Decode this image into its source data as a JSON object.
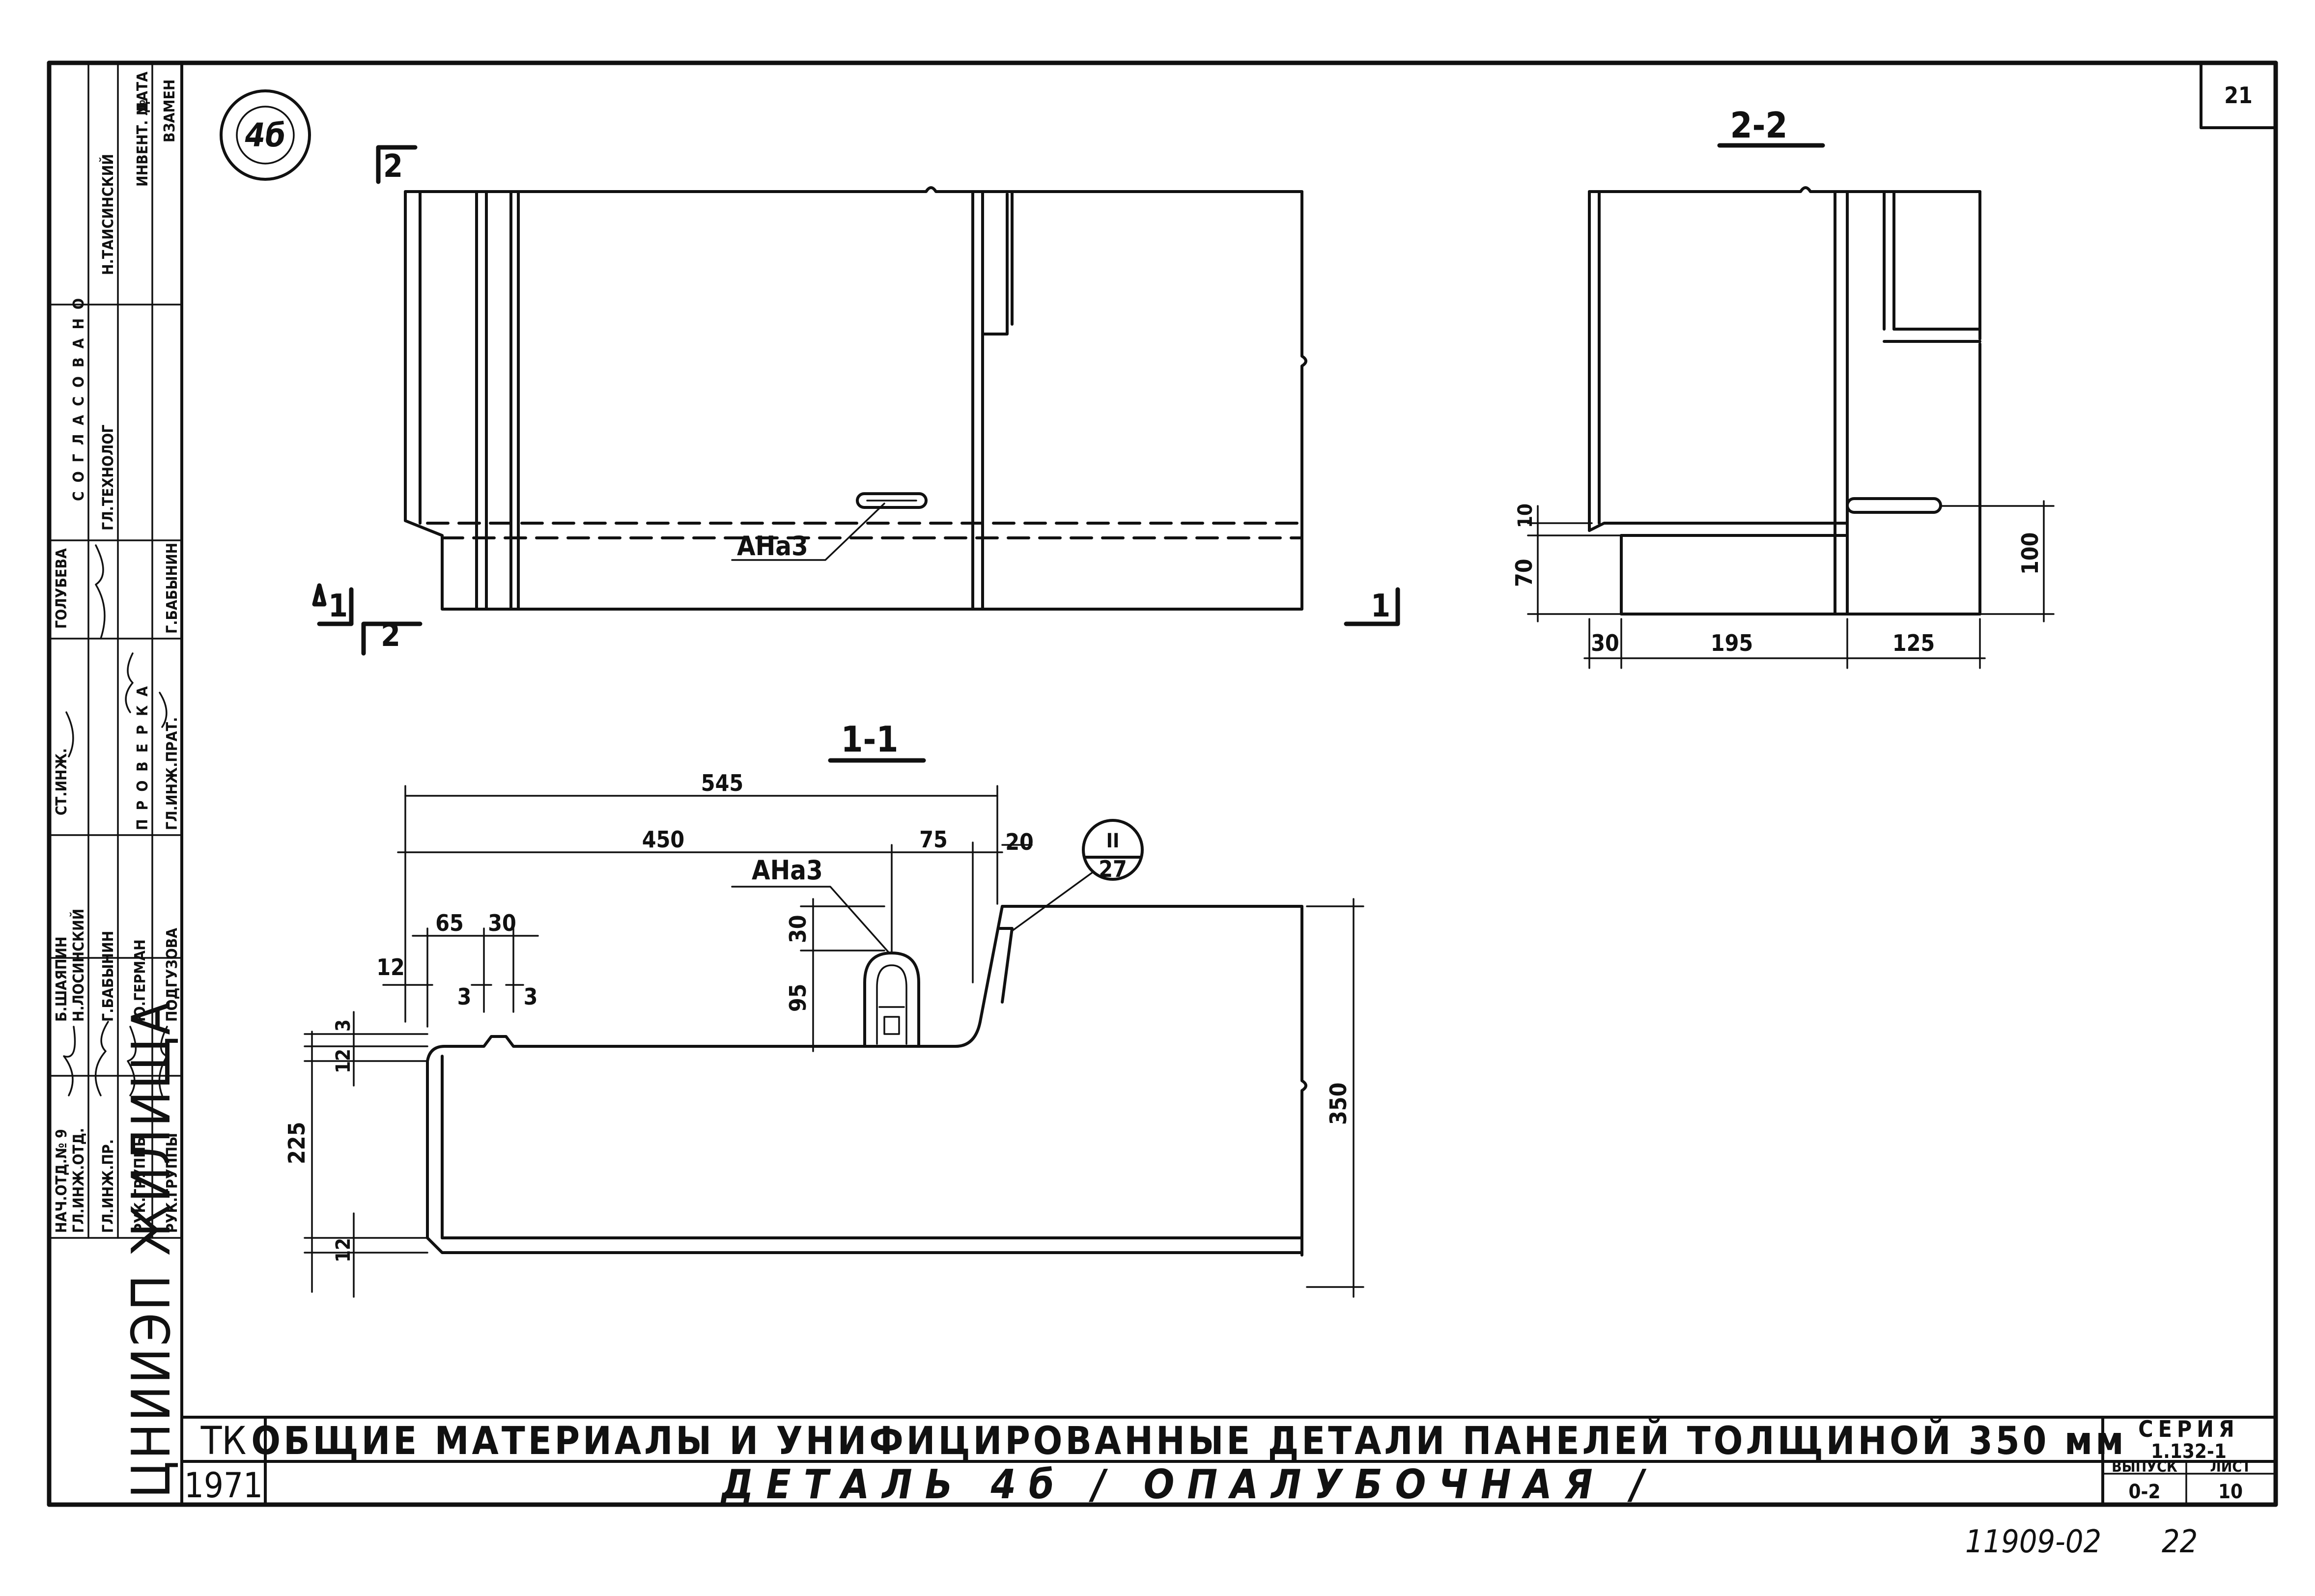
{
  "sheet": {
    "page_number": "21",
    "stamp_number": "11909-02",
    "stamp_suffix": "22"
  },
  "detail": {
    "circle_label": "4б"
  },
  "sections": {
    "section_2_2": "2-2",
    "section_1_1": "1-1",
    "mark_1": "1",
    "mark_2": "2"
  },
  "callouts": {
    "anchor_top": "АНа3",
    "anchor_section": "АНа3",
    "detail_ref_top": "II",
    "detail_ref_bottom": "27"
  },
  "dimensions": {
    "view_2_2": [
      "10",
      "70",
      "30",
      "195",
      "125",
      "100"
    ],
    "view_1_1": [
      "545",
      "450",
      "75",
      "20",
      "65",
      "30",
      "12",
      "3",
      "3",
      "3",
      "12",
      "30",
      "95",
      "225",
      "12",
      "350"
    ]
  },
  "left_strip": {
    "org_name": "ЦНИИЭП ЖИЛИЩА",
    "soglasovano": "СОГЛАСОВАНО",
    "inv": "ИНВЕНТ. №",
    "date": "ДАТА",
    "vzamen": "ВЗАМЕН",
    "proverka": "ПРОВЕРКА",
    "roles": [
      "НАЧ.ОТД.№ 9",
      "ГЛ.ИНЖ.ОТД.",
      "ГЛ.ИНЖ.ПР.",
      "РУК.ГРУППЫ",
      "РУК.ГРУППЫ"
    ],
    "names": [
      "Б.ШАЯПИН",
      "Н.ЛОСИНСКИЙ",
      "Г.БАБЫНИН",
      "Ю.ГЕРМАН",
      "ПОДГУЗОВА"
    ],
    "roles2": [
      "СТ.ИНЖ.",
      "ГЛ.ТЕХНОЛОГ",
      "Н.ТАИСИНСКИЙ",
      "ГЛ.ИНЖ.ПРАТ.",
      "Г.БАБЫНИН"
    ],
    "names2": [
      "ГОЛУБЕВА"
    ]
  },
  "title_block": {
    "code": "ТК",
    "year": "1971",
    "title_line1": "ОБЩИЕ МАТЕРИАЛЫ И УНИФИЦИРОВАННЫЕ ДЕТАЛИ ПАНЕЛЕЙ ТОЛЩИНОЙ 350 мм",
    "title_line2": "ДЕТАЛЬ 4б / ОПАЛУБОЧНАЯ /",
    "series_label": "СЕРИЯ",
    "series_value": "1.132-1",
    "issue_label": "ВЫПУСК",
    "issue_value": "0-2",
    "sheet_label": "ЛИСТ",
    "sheet_value": "10"
  }
}
